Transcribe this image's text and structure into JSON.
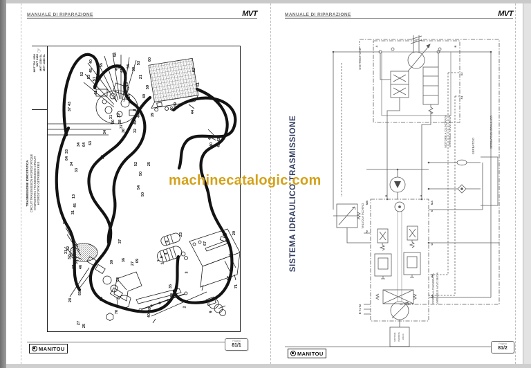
{
  "viewer": {
    "watermark": {
      "text": "machinecatalogic.com",
      "color": "#d4a119"
    }
  },
  "left_page": {
    "header": {
      "title": "MANUALE DI RIPARAZIONE",
      "logo": "MVT"
    },
    "models": [
      "MVT 730 / 930",
      "MVT 1130",
      "MVT 1330 SL",
      "MVT 1335 SL"
    ],
    "side_title": [
      "TRASMISSIONE IDROSTATICA",
      "CIRCUIT TRANSMISSION HYDROSTATIQUE",
      "HYDROSTATIC TRANSMISSION CIRCUIT",
      "HYDROSTATIK GETRIEBEKREIS"
    ],
    "callouts": [
      [
        "58",
        95,
        9
      ],
      [
        "40",
        60,
        19
      ],
      [
        "45",
        60,
        32
      ],
      [
        "55",
        75,
        24
      ],
      [
        "49",
        97,
        29
      ],
      [
        "56",
        102,
        26
      ],
      [
        "41",
        105,
        32
      ],
      [
        "34",
        114,
        26
      ],
      [
        "53",
        129,
        21
      ],
      [
        "33",
        122,
        30
      ],
      [
        "60",
        145,
        16
      ],
      [
        "62",
        209,
        31
      ],
      [
        "61",
        215,
        52
      ],
      [
        "52",
        47,
        37
      ],
      [
        "53",
        57,
        41
      ],
      [
        "51",
        65,
        44
      ],
      [
        "41",
        67,
        64
      ],
      [
        "21",
        132,
        41
      ],
      [
        "59",
        142,
        56
      ],
      [
        "40",
        137,
        69
      ],
      [
        "39",
        149,
        96
      ],
      [
        "43",
        29,
        80
      ],
      [
        "37",
        29,
        88
      ],
      [
        "15",
        112,
        52
      ],
      [
        "14",
        115,
        69
      ],
      [
        "20",
        117,
        77
      ],
      [
        "8",
        125,
        89
      ],
      [
        "19",
        100,
        97
      ],
      [
        "38",
        102,
        106
      ],
      [
        "37",
        104,
        113
      ],
      [
        "36",
        107,
        119
      ],
      [
        "30",
        92,
        106
      ],
      [
        "31",
        89,
        99
      ],
      [
        "49",
        124,
        107
      ],
      [
        "44",
        129,
        97
      ],
      [
        "32",
        124,
        119
      ],
      [
        "34",
        80,
        121
      ],
      [
        "40",
        177,
        87
      ],
      [
        "59",
        182,
        81
      ],
      [
        "44",
        207,
        92
      ],
      [
        "44",
        232,
        129
      ],
      [
        "40",
        234,
        139
      ],
      [
        "42",
        245,
        132
      ],
      [
        "43",
        245,
        140
      ],
      [
        "34",
        42,
        139
      ],
      [
        "64",
        50,
        139
      ],
      [
        "63",
        59,
        137
      ],
      [
        "33",
        25,
        149
      ],
      [
        "64",
        25,
        159
      ],
      [
        "34",
        32,
        167
      ],
      [
        "33",
        39,
        176
      ],
      [
        "36",
        77,
        157
      ],
      [
        "52",
        125,
        167
      ],
      [
        "50",
        132,
        181
      ],
      [
        "25",
        144,
        167
      ],
      [
        "54",
        129,
        201
      ],
      [
        "50",
        135,
        211
      ],
      [
        "13",
        35,
        214
      ],
      [
        "45",
        37,
        227
      ],
      [
        "31",
        34,
        237
      ],
      [
        "30",
        22,
        251
      ],
      [
        "37",
        102,
        279
      ],
      [
        "31",
        24,
        294
      ],
      [
        "42",
        27,
        289
      ],
      [
        "32",
        29,
        302
      ],
      [
        "47",
        35,
        316
      ],
      [
        "30",
        39,
        309
      ],
      [
        "46",
        45,
        316
      ],
      [
        "30",
        90,
        309
      ],
      [
        "36",
        107,
        306
      ],
      [
        "27",
        120,
        311
      ],
      [
        "69",
        127,
        307
      ],
      [
        "68",
        99,
        334
      ],
      [
        "28",
        30,
        364
      ],
      [
        "65",
        44,
        354
      ],
      [
        "66",
        75,
        362
      ],
      [
        "70",
        97,
        381
      ],
      [
        "27",
        42,
        397
      ],
      [
        "25",
        50,
        401
      ],
      [
        "40",
        144,
        386
      ],
      [
        "39",
        145,
        377
      ],
      [
        "23",
        190,
        269
      ],
      [
        "6",
        172,
        279
      ],
      [
        "4",
        170,
        297
      ],
      [
        "7",
        160,
        307
      ],
      [
        "8",
        164,
        302
      ],
      [
        "1",
        165,
        311
      ],
      [
        "67",
        225,
        282
      ],
      [
        "3",
        200,
        324
      ],
      [
        "35",
        175,
        344
      ],
      [
        "34",
        177,
        357
      ],
      [
        "2",
        197,
        374
      ],
      [
        "9",
        235,
        381
      ],
      [
        "71",
        270,
        344
      ],
      [
        "52",
        259,
        332
      ],
      [
        "20",
        267,
        267
      ]
    ],
    "footer": {
      "brand": "MANITOU",
      "page_label": "Pagina",
      "page_number": "81/1"
    }
  },
  "right_page": {
    "header": {
      "title": "MANUALE DI RIPARAZIONE",
      "logo": "MVT"
    },
    "side_title": "SISTEMA IDRAULICO TRASMISSIONE",
    "labels": {
      "distributore": "DISTRIBUTORE",
      "valvola_inching": "VALVOLA INCHING",
      "motore_line1": "MOTORE A CILINDRATA",
      "motore_line2": "VARIABILE A6VM 80 DA",
      "serbatoio": "SERBATOIO",
      "serbatoio_idraulico": "SERBATOIO IDRAULICO",
      "pompa_line1": "POMPA A CILINDRATA",
      "pompa_line2": "VARIABILE A4VG 56 DA",
      "motore_termico_line1": "MOTORE",
      "motore_termico_line2": "PERKINS",
      "motore_termico_line3": "1004.4"
    },
    "ports": {
      "a": "A",
      "b": "B",
      "x1": "X1",
      "x2": "X2",
      "ma": "MA",
      "mb": "MB",
      "s": "S",
      "g": "G",
      "fe": "Fe",
      "r_t": "R T1 T2"
    },
    "footer": {
      "brand": "MANITOU",
      "page_label": "Pagina",
      "page_number": "81/2"
    }
  }
}
